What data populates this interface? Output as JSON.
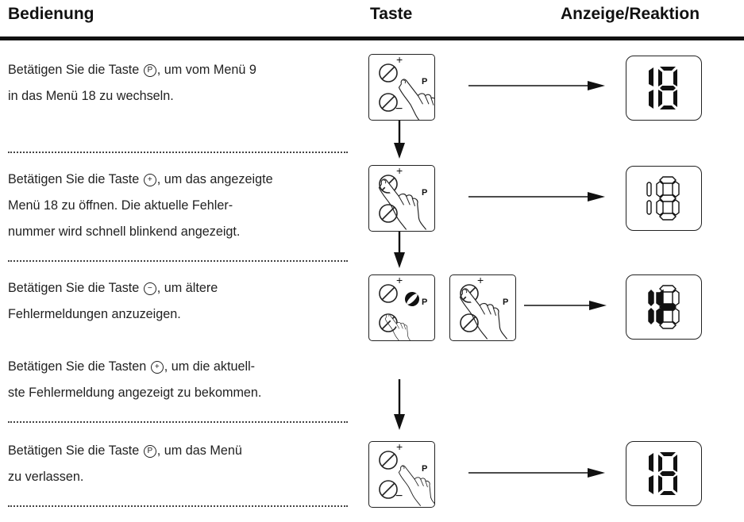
{
  "header": {
    "col1": "Bedienung",
    "col2": "Taste",
    "col3": "Anzeige/Reaktion"
  },
  "steps": [
    {
      "key": "P",
      "line1_pre": "Betätigen Sie die Taste",
      "line1_post": ", um vom Menü 9",
      "line2": "in das Menü 18 zu wechseln."
    },
    {
      "key": "+",
      "line1_pre": "Betätigen Sie die Taste",
      "line1_post": ", um das angezeigte",
      "line2": "Menü 18 zu öffnen. Die aktuelle Fehler-",
      "line3": "nummer wird schnell blinkend angezeigt."
    },
    {
      "key": "−",
      "line1_pre": "Betätigen Sie die Taste",
      "line1_post": ", um ältere",
      "line2": "Fehlermeldungen anzuzeigen."
    },
    {
      "key": "+",
      "line1_pre": "Betätigen Sie die Tasten",
      "line1_post": ", um die aktuell-",
      "line2": "ste Fehlermeldung angezeigt zu bekommen."
    },
    {
      "key": "P",
      "line1_pre": "Betätigen Sie die Taste",
      "line1_post": ", um das Menü",
      "line2": "zu verlassen."
    }
  ],
  "keypad": {
    "plus": "+",
    "minus": "−",
    "p": "P"
  },
  "colors": {
    "ink": "#111111",
    "text": "#222222",
    "background": "#ffffff"
  },
  "icons": [
    "hand-pressing-icon",
    "arrow-right-icon",
    "arrow-down-icon",
    "seven-segment-display-icon"
  ]
}
